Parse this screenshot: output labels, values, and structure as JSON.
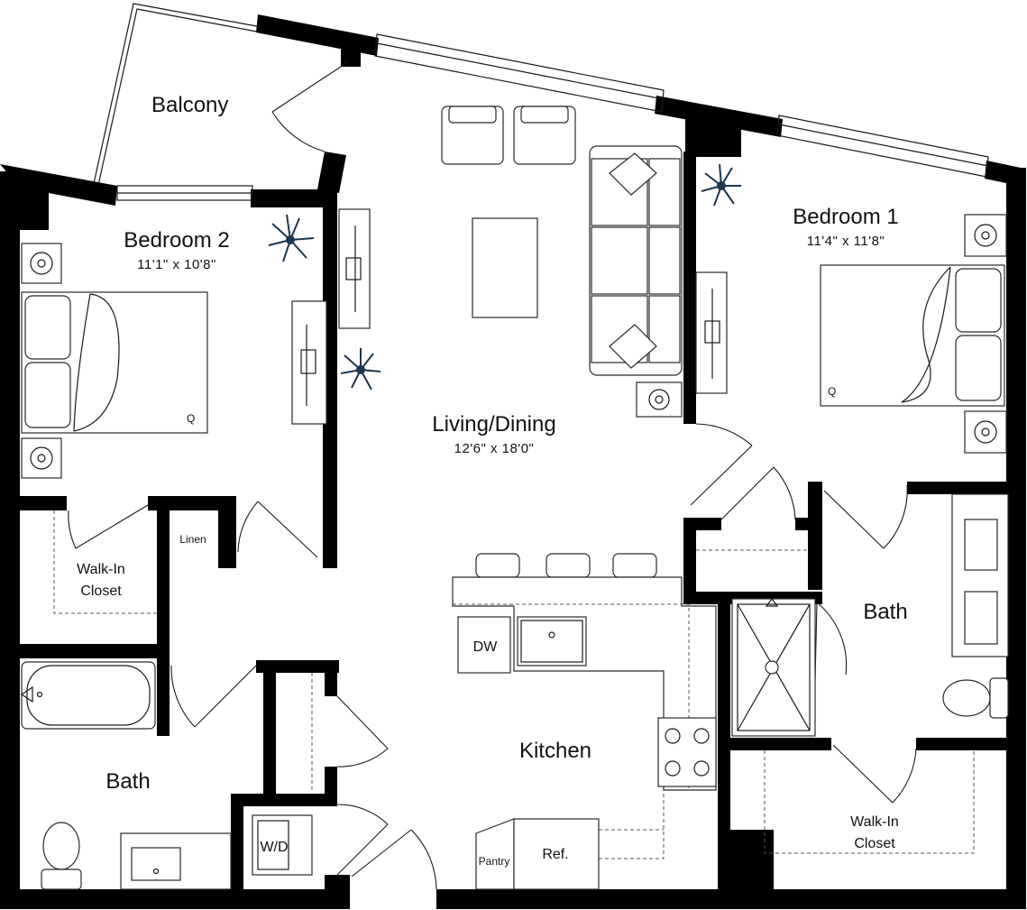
{
  "rooms": {
    "balcony": "Balcony",
    "bedroom2": {
      "name": "Bedroom 2",
      "dim": "11'1\" x 10'8\""
    },
    "bedroom1": {
      "name": "Bedroom 1",
      "dim": "11'4\" x 11'8\""
    },
    "living": {
      "name": "Living/Dining",
      "dim": "12'6\" x 18'0\""
    },
    "kitchen": "Kitchen",
    "bath_left": "Bath",
    "bath_right": "Bath",
    "walkin_left": {
      "line1": "Walk-In",
      "line2": "Closet"
    },
    "walkin_right": {
      "line1": "Walk-In",
      "line2": "Closet"
    }
  },
  "fixtures": {
    "linen": "Linen",
    "dw": "DW",
    "wd": "W/D",
    "pantry": "Pantry",
    "ref": "Ref.",
    "bed_size_left": "Q",
    "bed_size_right": "Q"
  },
  "colors": {
    "wall": "#000000",
    "line": "#1a1a1a",
    "plant": "#1e3550"
  },
  "icons": [
    "lamp-icon",
    "plant-icon",
    "sink-icon",
    "toilet-icon",
    "stove-icon"
  ]
}
